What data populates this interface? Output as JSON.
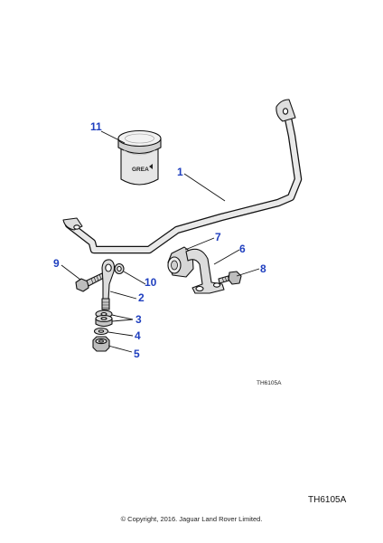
{
  "callouts": [
    {
      "id": "1",
      "label": "1"
    },
    {
      "id": "2",
      "label": "2"
    },
    {
      "id": "3",
      "label": "3"
    },
    {
      "id": "4",
      "label": "4"
    },
    {
      "id": "5",
      "label": "5"
    },
    {
      "id": "6",
      "label": "6"
    },
    {
      "id": "7",
      "label": "7"
    },
    {
      "id": "8",
      "label": "8"
    },
    {
      "id": "9",
      "label": "9"
    },
    {
      "id": "10",
      "label": "10"
    },
    {
      "id": "11",
      "label": "11"
    }
  ],
  "grease_label": "GREA",
  "drawing_ref_small": "TH6105A",
  "drawing_ref_large": "TH6105A",
  "copyright": "© Copyright, 2016. Jaguar Land Rover Limited."
}
